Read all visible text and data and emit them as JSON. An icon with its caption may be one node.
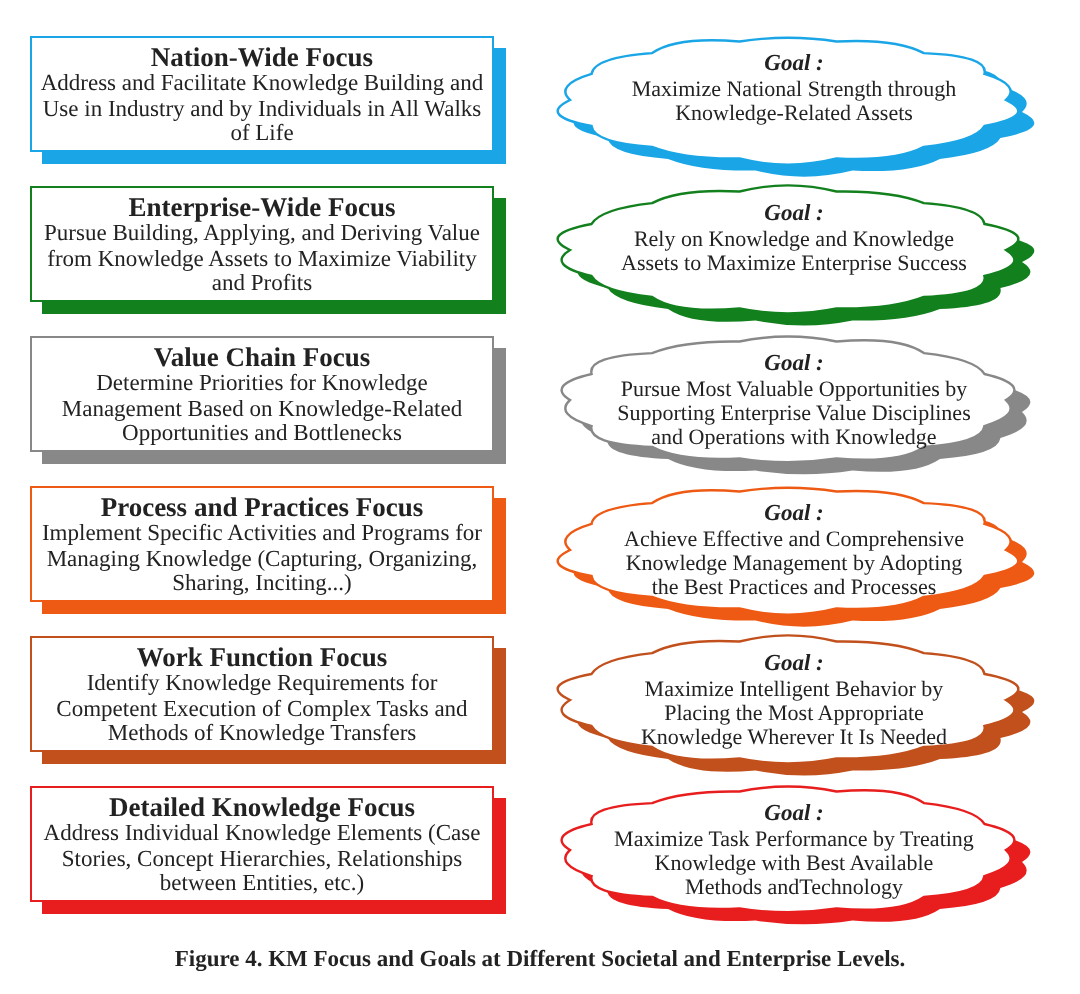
{
  "diagram": {
    "caption": "Figure 4. KM Focus and Goals at Different Societal and Enterprise Levels.",
    "nodes": [
      {
        "text": [
          "Nation-Wide Focus",
          "Address and Facilitate Knowledge Building and Use in Industry and by Individuals in All Walks of Life"
        ]
      },
      {
        "text": [
          "Goal :",
          "Maximize National Strength through Knowledge-Related Assets"
        ]
      },
      {
        "text": [
          "Enterprise-Wide Focus",
          "Pursue Building, Applying, and Deriving Value from Knowledge Assets to Maximize Viability and Profits"
        ]
      },
      {
        "text": [
          "Goal :",
          "Rely on Knowledge and Knowledge Assets to Maximize Enterprise Success"
        ]
      },
      {
        "text": [
          "Value Chain Focus",
          "Determine Priorities for Knowledge Management Based on Knowledge-Related Opportunities and Bottlenecks"
        ]
      },
      {
        "text": [
          "Goal :",
          "Pursue Most Valuable Opportunities by Supporting Enterprise Value Disciplines and Operations with Knowledge"
        ]
      },
      {
        "text": [
          "Process and Practices Focus",
          "Implement Specific Activities and Programs for Managing Knowledge (Capturing, Organizing, Sharing, Inciting...)"
        ]
      },
      {
        "text": [
          "Goal :",
          "Achieve Effective and Comprehensive Knowledge Management by Adopting the Best Practices and Processes"
        ]
      },
      {
        "text": [
          "Work Function Focus",
          "Identify Knowledge Requirements for Competent Execution of Complex Tasks and Methods of Knowledge Transfers"
        ]
      },
      {
        "text": [
          "Goal :",
          "Maximize Intelligent Behavior by Placing the Most Appropriate Knowledge Wherever It Is Needed"
        ]
      },
      {
        "text": [
          "Detailed Knowledge Focus",
          "Address Individual Knowledge Elements (Case Stories, Concept Hierarchies, Relationships between Entities, etc.)"
        ]
      },
      {
        "text": [
          "Goal :",
          "Maximize Task Performance by Treating Knowledge with Best Available Methods andTechnology"
        ]
      }
    ]
  }
}
